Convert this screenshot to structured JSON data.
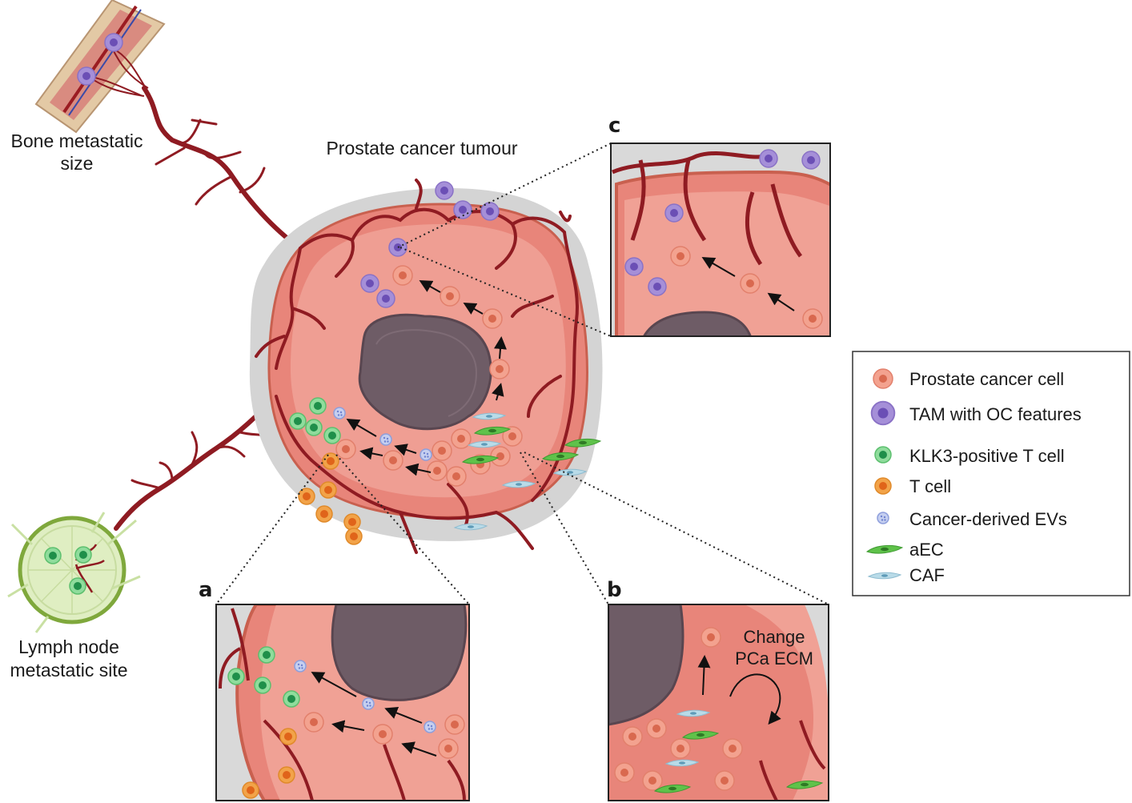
{
  "labels": {
    "bone": [
      "Bone metastatic",
      "size"
    ],
    "tumour": "Prostate cancer tumour",
    "lymph": [
      "Lymph node",
      "metastatic site"
    ],
    "change": [
      "Change",
      "PCa ECM"
    ]
  },
  "panels": {
    "a": "a",
    "b": "b",
    "c": "c"
  },
  "legend": [
    {
      "label": "Prostate cancer cell",
      "icon": "prostate-cancer-cell-icon"
    },
    {
      "label": "TAM with OC features",
      "icon": "tam-icon"
    },
    {
      "label": "KLK3-positive T cell",
      "icon": "klk3-t-cell-icon"
    },
    {
      "label": "T cell",
      "icon": "t-cell-icon"
    },
    {
      "label": "Cancer-derived EVs",
      "icon": "ev-icon"
    },
    {
      "label": "aEC",
      "icon": "aec-icon"
    },
    {
      "label": "CAF",
      "icon": "caf-icon"
    }
  ],
  "colors": {
    "tissue": "#e8857a",
    "tissue_light": "#f1a79c",
    "halo": "#d4d4d4",
    "necrotic": "#6e5c66",
    "vessel": "#8f1b22",
    "pca_cell": "#f3a28f",
    "pca_nucleus": "#d9694f",
    "tam": "#a58fd8",
    "tam_nucleus": "#6b4fb5",
    "klk3": "#8fdc9c",
    "klk3_nucleus": "#1f8f4a",
    "tcell": "#f2a349",
    "tcell_nucleus": "#e0641a",
    "ev": "#c5cff0",
    "aec": "#5fc24a",
    "caf": "#b9dbe8",
    "bone": "#e3c9a5",
    "lymph": "#dfeec2"
  }
}
